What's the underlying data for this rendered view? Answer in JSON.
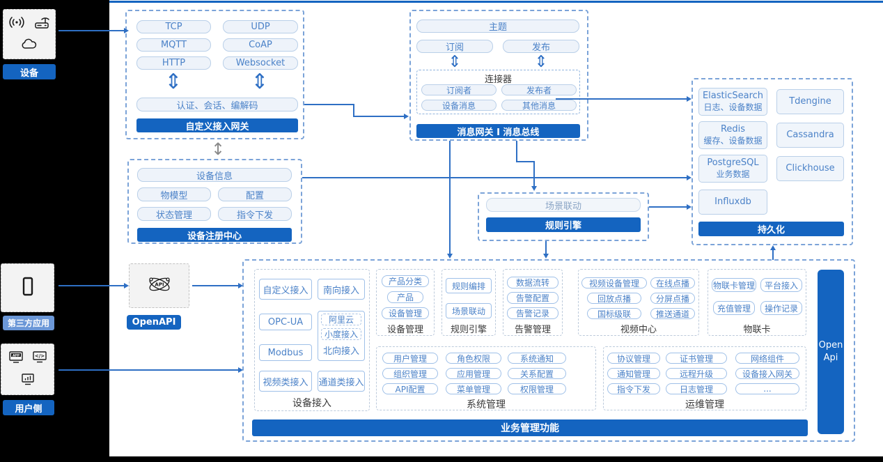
{
  "left_rail": {
    "device": {
      "label": "设备",
      "icons": [
        "signal-icon",
        "router-icon",
        "cloud-icon"
      ]
    },
    "third_party": {
      "label": "第三方应用",
      "icons": [
        "phone-icon"
      ]
    },
    "user_side": {
      "label": "用户侧",
      "icons": [
        "app-icon",
        "code-icon",
        "monitor-chart-icon"
      ]
    }
  },
  "open_api_node": {
    "label": "OpenAPI",
    "icon": "api-atom-icon"
  },
  "gateway": {
    "title": "自定义接入网关",
    "protocols": [
      "TCP",
      "UDP",
      "MQTT",
      "CoAP",
      "HTTP",
      "Websocket"
    ],
    "session": "认证、会话、编解码"
  },
  "message_bus": {
    "title": "消息网关 I 消息总线",
    "topic": "主题",
    "subscribe": "订阅",
    "publish": "发布",
    "connector": {
      "title": "连接器",
      "items": [
        "订阅者",
        "发布者",
        "设备消息",
        "其他消息"
      ]
    }
  },
  "registry": {
    "title": "设备注册中心",
    "info": "设备信息",
    "items": [
      "物模型",
      "配置",
      "状态管理",
      "指令下发"
    ]
  },
  "rule_engine_box": {
    "title": "规则引擎",
    "item": "场景联动"
  },
  "persistence": {
    "title": "持久化",
    "stores": [
      {
        "name": "ElasticSearch",
        "desc": "日志、设备数据"
      },
      {
        "name": "Tdengine",
        "desc": ""
      },
      {
        "name": "Redis",
        "desc": "缓存、设备数据"
      },
      {
        "name": "Cassandra",
        "desc": ""
      },
      {
        "name": "PostgreSQL",
        "desc": "业务数据"
      },
      {
        "name": "Clickhouse",
        "desc": ""
      },
      {
        "name": "Influxdb",
        "desc": ""
      }
    ]
  },
  "business": {
    "title": "业务管理功能",
    "open_api_bar_line1": "Open",
    "open_api_bar_line2": "Api",
    "device_access": {
      "label": "设备接入",
      "items": [
        "自定义接入",
        "南向接入",
        "OPC-UA",
        "Modbus",
        "视频类接入",
        "通道类接入"
      ],
      "north": {
        "dashed_items": [
          "阿里云",
          "小度接入"
        ],
        "label": "北向接入"
      }
    },
    "device_mgmt": {
      "label": "设备管理",
      "items": [
        "产品分类",
        "产品",
        "设备管理"
      ]
    },
    "rule": {
      "label": "规则引擎",
      "items": [
        "规则编排",
        "场景联动"
      ]
    },
    "alarm": {
      "label": "告警管理",
      "items": [
        "数据流转",
        "告警配置",
        "告警记录"
      ]
    },
    "video": {
      "label": "视频中心",
      "items": [
        "视频设备管理",
        "在线点播",
        "回放点播",
        "分屏点播",
        "国标级联",
        "推送通道"
      ]
    },
    "iot_card": {
      "label": "物联卡",
      "items": [
        "物联卡管理",
        "平台接入",
        "充值管理",
        "操作记录"
      ]
    },
    "system": {
      "label": "系统管理",
      "items": [
        "用户管理",
        "角色权限",
        "系统通知",
        "组织管理",
        "应用管理",
        "关系配置",
        "API配置",
        "菜单管理",
        "权限管理"
      ]
    },
    "ops": {
      "label": "运维管理",
      "items": [
        "协议管理",
        "证书管理",
        "网络组件",
        "通知管理",
        "远程升级",
        "设备接入网关",
        "指令下发",
        "日志管理",
        "..."
      ]
    }
  },
  "glyphs": {
    "v_double_arrow": "⇕",
    "v_double_arrow_gray": "↕"
  },
  "colors": {
    "accent": "#1464c0",
    "arrow": "#2e6fc4",
    "pill_text": "#4b82c8",
    "pill_border": "#b9cfe8",
    "dash_border": "#7ba3d8",
    "third_party_label": "#6b97d7"
  }
}
